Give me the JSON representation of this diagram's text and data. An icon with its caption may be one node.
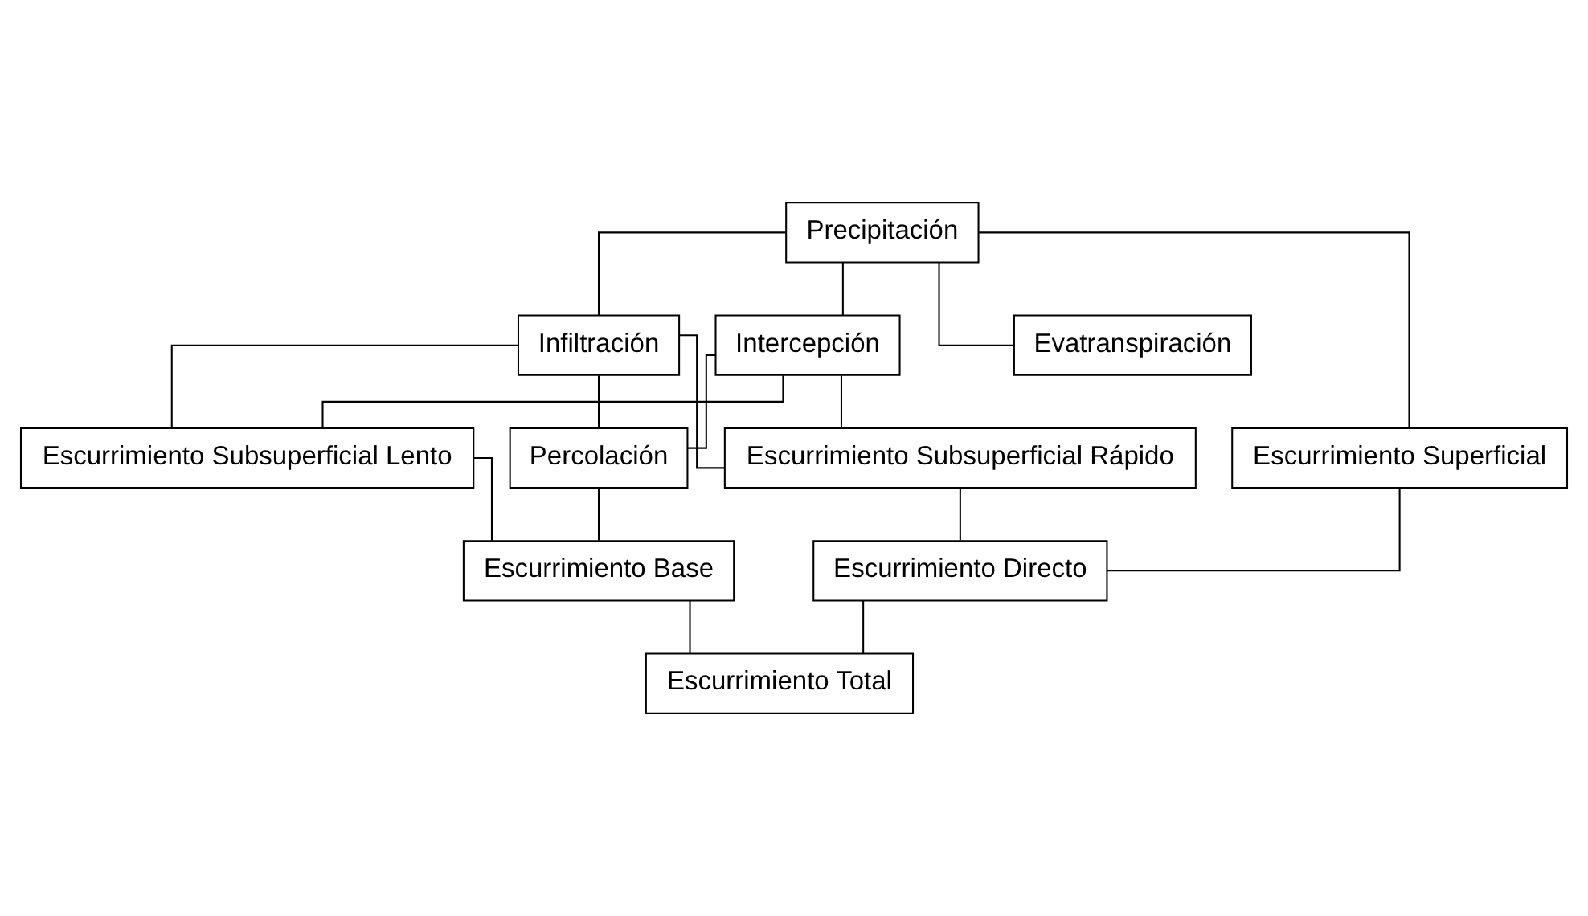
{
  "diagram": {
    "nodes": [
      {
        "text": [
          "Precipitación"
        ]
      },
      {
        "text": [
          "Infiltración"
        ]
      },
      {
        "text": [
          "Evatranspiración"
        ]
      },
      {
        "text": [
          "Intercepción"
        ]
      },
      {
        "text": [
          "Escurrimiento Superficial"
        ]
      },
      {
        "text": [
          "Percolación"
        ]
      },
      {
        "text": [
          "Escurrimiento Subsuperficial Lento"
        ]
      },
      {
        "text": [
          "Escurrimiento Subsuperficial Rápido"
        ]
      },
      {
        "text": [
          "Escurrimiento Base"
        ]
      },
      {
        "text": [
          "Escurrimiento Directo"
        ]
      },
      {
        "text": [
          "Escurrimiento Total"
        ]
      }
    ],
    "edges": [
      {
        "from": 0,
        "to": 1,
        "arrow": "none"
      },
      {
        "from": 0,
        "to": 2,
        "arrow": "none"
      },
      {
        "from": 0,
        "to": 3,
        "arrow": "none"
      },
      {
        "from": 0,
        "to": 4,
        "arrow": "none"
      },
      {
        "from": 1,
        "to": 5,
        "arrow": "none"
      },
      {
        "from": 1,
        "to": 6,
        "arrow": "none"
      },
      {
        "from": 1,
        "to": 7,
        "arrow": "none"
      },
      {
        "from": 3,
        "to": 5,
        "arrow": "none"
      },
      {
        "from": 3,
        "to": 6,
        "arrow": "none"
      },
      {
        "from": 3,
        "to": 7,
        "arrow": "none"
      },
      {
        "from": 5,
        "to": 8,
        "arrow": "none"
      },
      {
        "from": 6,
        "to": 8,
        "arrow": "none"
      },
      {
        "from": 7,
        "to": 9,
        "arrow": "none"
      },
      {
        "from": 4,
        "to": 9,
        "arrow": "none"
      },
      {
        "from": 8,
        "to": 10,
        "arrow": "none"
      },
      {
        "from": 9,
        "to": 10,
        "arrow": "none"
      }
    ]
  }
}
